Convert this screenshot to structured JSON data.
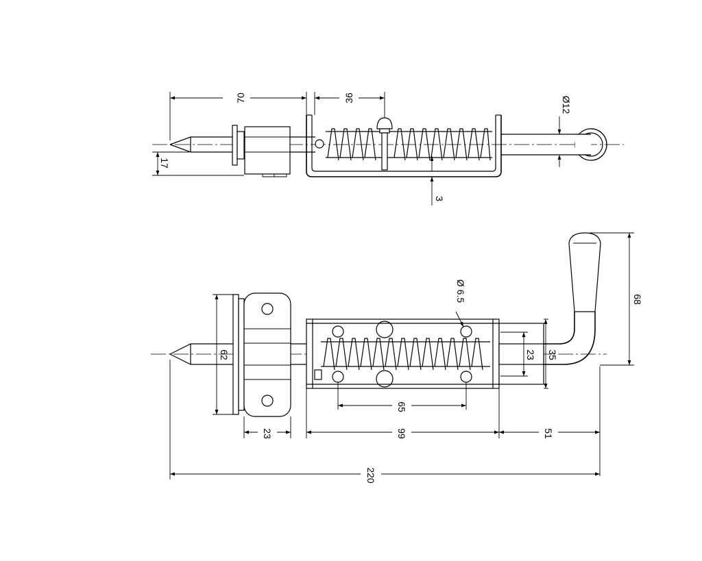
{
  "dimensions": {
    "top_length": "70",
    "top_spring_offset": "36",
    "top_rod_diameter": "Ø12",
    "top_tip_height": "17",
    "top_wall": "3",
    "front_plate_height": "62",
    "front_plate_width": "23",
    "hole_diameter": "Ø 6.5",
    "inner_height": "23",
    "outer_height": "35",
    "hole_spacing": "65",
    "housing_length": "99",
    "handle_offset": "51",
    "handle_height": "68",
    "overall_length": "220"
  }
}
